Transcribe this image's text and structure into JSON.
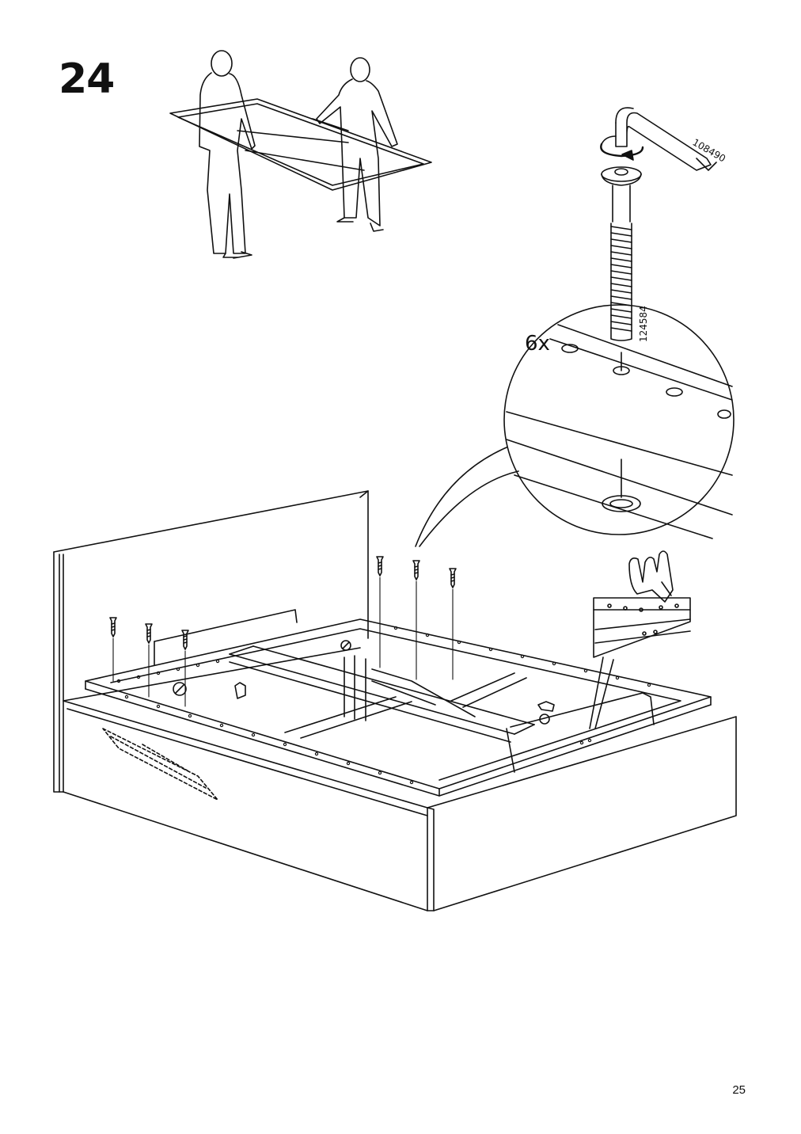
{
  "step": {
    "number": "24"
  },
  "parts": {
    "allen_key_id": "108490",
    "bolt_id": "124584",
    "quantity": "6x"
  },
  "page": {
    "number": "25"
  }
}
